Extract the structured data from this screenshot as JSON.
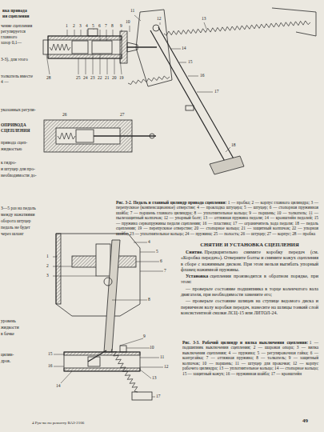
{
  "diagram": {
    "labels": [
      "вка привода",
      "ия сцепления",
      "чение сцепления",
      "регулируется",
      "главного",
      "зазор 0,1—",
      "3-3), для этого",
      "толкатель вместе",
      "4 —",
      "указанных регули-",
      "ОПРИВОДА СЦЕПЛЕНИЯ",
      "привода сцеп-",
      "жидкостью",
      "к гидро-",
      "и штуцер для про-",
      "необходимости до-",
      "3—5 раз на педаль",
      "между нажатиями",
      "оборота штуцер",
      "педаль не будет",
      "через шланг",
      "уровень",
      "жидкости",
      "в бачке",
      "цилин-",
      "дров.",
      "1",
      "2",
      "3",
      "4",
      "5",
      "6",
      "7",
      "8",
      "9",
      "10",
      "11",
      "12",
      "13",
      "14",
      "15",
      "16",
      "17",
      "18",
      "19",
      "20",
      "21",
      "22",
      "23",
      "24",
      "25",
      "26",
      "27",
      "28",
      "Рис. 3-2. Педаль и главный цилиндр привода сцепления:",
      "1 — пробка; 2 — корпус главного цилиндра; 3 — перепускное (компенсационное) отверстие; 4 — прокладка штуцера; 5 — штуцер; 6 — стопорная пружинная шайба; 7 — поршень главного цилиндра; 8 — уплотнительное кольцо; 9 — поршень; 10 — толкатель; 11 — пылезащитный колпачок; 12 — упорный болт; 13 — оттяжная пружина педали; 14 — кронштейн педалей; 15 — пружина сервопружины педали сцепления; 16 — пластина; 17 — ограничитель хода педали; 18 — педаль сцепления; 19 — перепускное отверстие; 20 — стопорное кольцо; 21 — защитный колпачок; 22 — упорная шайба; 23 — уплотнительное кольцо; 24 — пружина; 25 — полость; 26 — штуцер; 27 — корпус; 28 — пробка",
      "СНЯТИЕ И УСТАНОВКА СЦЕПЛЕНИЯ",
      "Снятие.",
      "Предварительно снимите коробку передач (см. «Коробка передач»). Отверните болты и снимите кожух сцепления в сборе с нажимным диском. При этом нельзя выгибать упорный фланец нажимной пружины.",
      "Установка",
      "сцепления производится в обратном порядке, при этом:",
      "— проверьте состояние подшипника в торце коленчатого вала двигателя, при необходимости замените его;",
      "— проверьте состояние шлицев на ступице ведомого диска и первичном валу коробки передач, нанесите на шлицы тонкий слой консистентной смазки ЛСЦ-15 или ЛИТОЛ-24.",
      "Рис. 3-3. Рабочий цилиндр и вилка выключения сцепления:",
      "1 — подшипник выключения сцепления; 2 — шаровая опора; 3 — вилка выключения сцепления; 4 — пружина; 5 — регулировочная гайка; 6 — контргайка; 7 — оттяжная пружина; 8 — толкатель; 9 — защитный колпачок; 10 — поршень; 11 — штуцер для прокачки; 12 — корпус рабочего цилиндра; 13 — уплотнительное кольцо; 14 — стопорное кольцо; 15 — защитный кожух; 16 — пружинная шайба; 17 — кронштейн",
      "1",
      "2",
      "3",
      "4",
      "5",
      "6",
      "7",
      "8",
      "9",
      "10",
      "11",
      "12",
      "13",
      "14",
      "15",
      "16",
      "17",
      "4 Рук-во по ремонту ВАЗ-2106",
      "49"
    ]
  }
}
